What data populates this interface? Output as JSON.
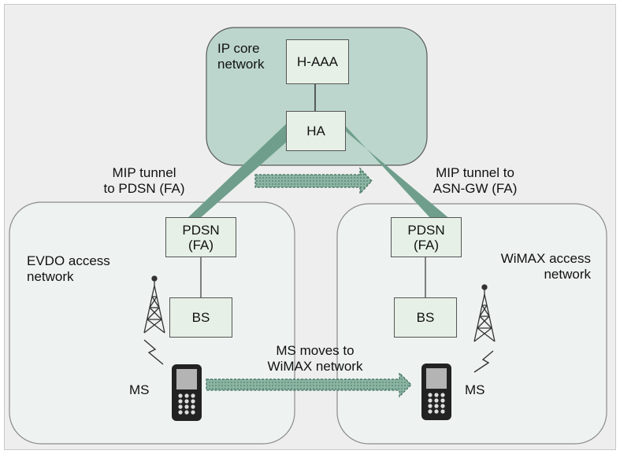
{
  "colors": {
    "core_fill": "#bcd6cd",
    "core_stroke": "#5a5a5a",
    "access_fill": "#eef3f1",
    "access_stroke": "#8a8a8a",
    "box_fill": "#e6f0e6",
    "tunnel": "#6f9f8c",
    "arrow_fill": "#8cb4a3",
    "arrow_stroke": "#3e6c5a",
    "background": "#eeeeee"
  },
  "core_network": {
    "label": "IP core\nnetwork",
    "haaa": "H-AAA",
    "ha": "HA"
  },
  "evdo_network": {
    "label": "EVDO access\nnetwork",
    "pdsn": "PDSN\n(FA)",
    "bs": "BS",
    "ms": "MS",
    "tunnel_label": "MIP tunnel\nto PDSN (FA)"
  },
  "wimax_network": {
    "label": "WiMAX access\nnetwork",
    "pdsn": "PDSN\n(FA)",
    "bs": "BS",
    "ms": "MS",
    "tunnel_label": "MIP tunnel to\nASN-GW (FA)"
  },
  "handover": {
    "label": "MS moves to\nWiMAX network"
  },
  "icons": {
    "tower": "radio-tower-icon",
    "phone": "mobile-phone-icon",
    "signal": "lightning-signal-icon"
  }
}
